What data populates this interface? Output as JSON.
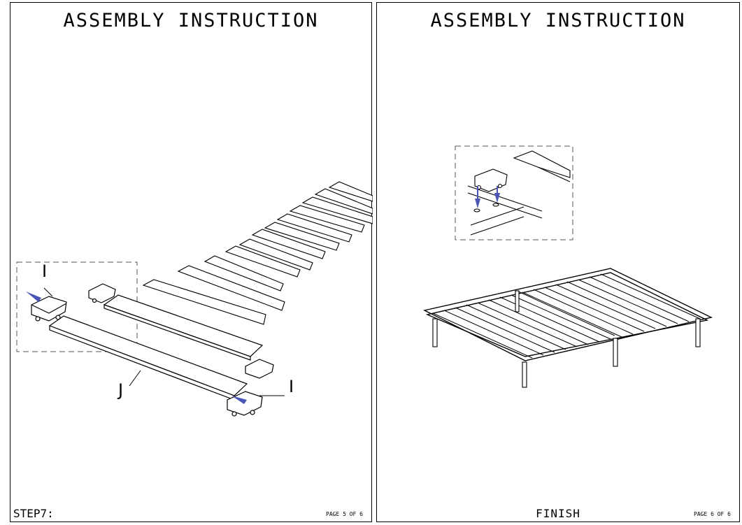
{
  "left_page": {
    "title": "ASSEMBLY INSTRUCTION",
    "step": "STEP7:",
    "page": "PAGE 5 OF 6",
    "labels": {
      "clip_top": "I",
      "clip_bottom": "I",
      "slat": "J"
    }
  },
  "right_page": {
    "title": "ASSEMBLY INSTRUCTION",
    "footer": "FINISH",
    "page": "PAGE 6 OF 6"
  },
  "colors": {
    "line": "#000000",
    "arrow": "#4a55b5",
    "detail_box": "#555555"
  }
}
